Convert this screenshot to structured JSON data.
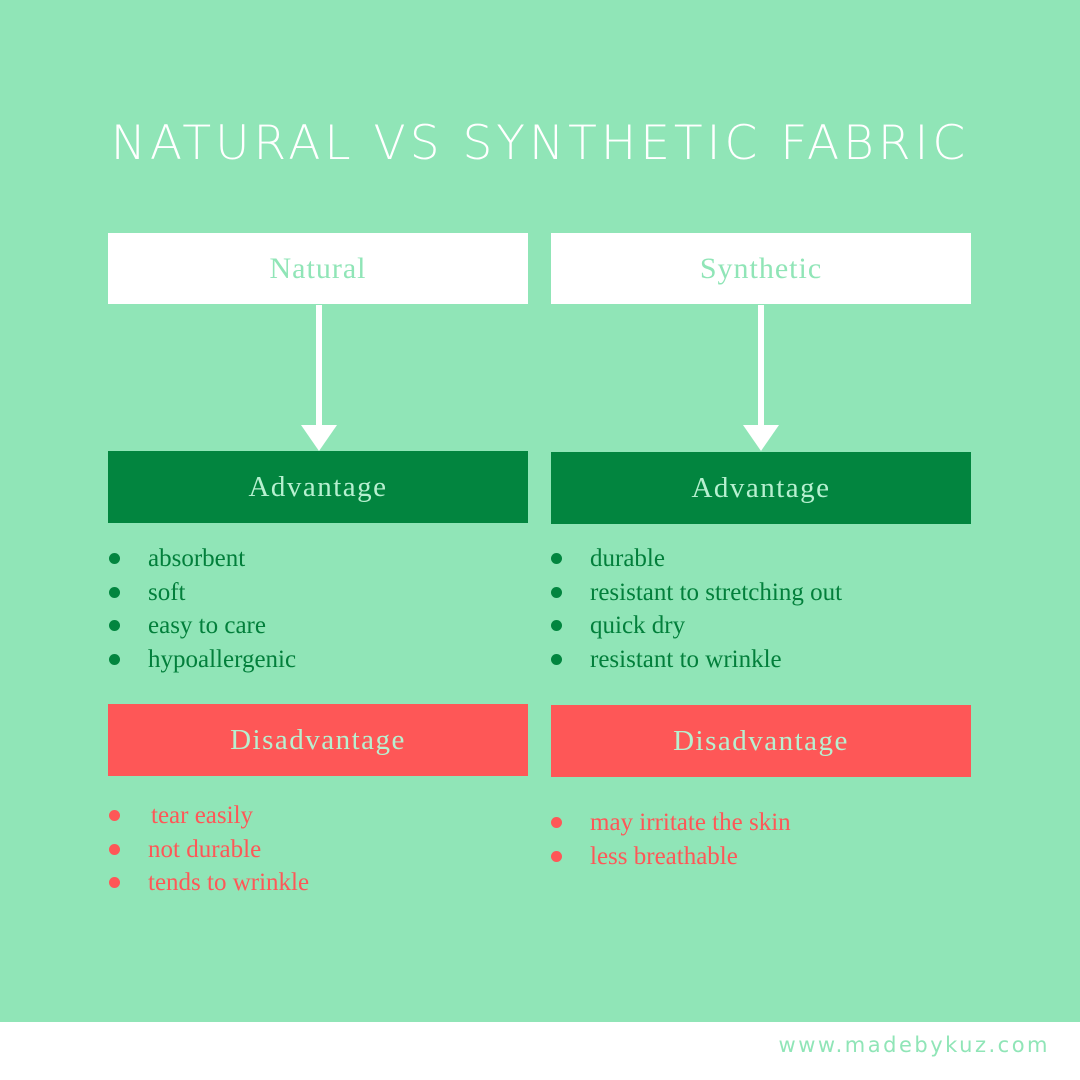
{
  "title": "NATURAL VS SYNTHETIC FABRIC",
  "natural": {
    "heading": "Natural",
    "advantage_label": "Advantage",
    "advantages": [
      "absorbent",
      "soft",
      "easy to care",
      "hypoallergenic"
    ],
    "disadvantage_label": "Disadvantage",
    "disadvantages": [
      "tear easily",
      "not durable",
      "tends to wrinkle"
    ]
  },
  "synthetic": {
    "heading": "Synthetic",
    "advantage_label": "Advantage",
    "advantages": [
      "durable",
      "resistant to stretching out",
      "quick dry",
      "resistant to wrinkle"
    ],
    "disadvantage_label": "Disadvantage",
    "disadvantages": [
      "may irritate the skin",
      "less breathable"
    ]
  },
  "footer": "www.madebykuz.com",
  "colors": {
    "background": "#90e5b7",
    "heading_box": "#ffffff",
    "advantage": "#02853f",
    "disadvantage": "#fe5757"
  }
}
